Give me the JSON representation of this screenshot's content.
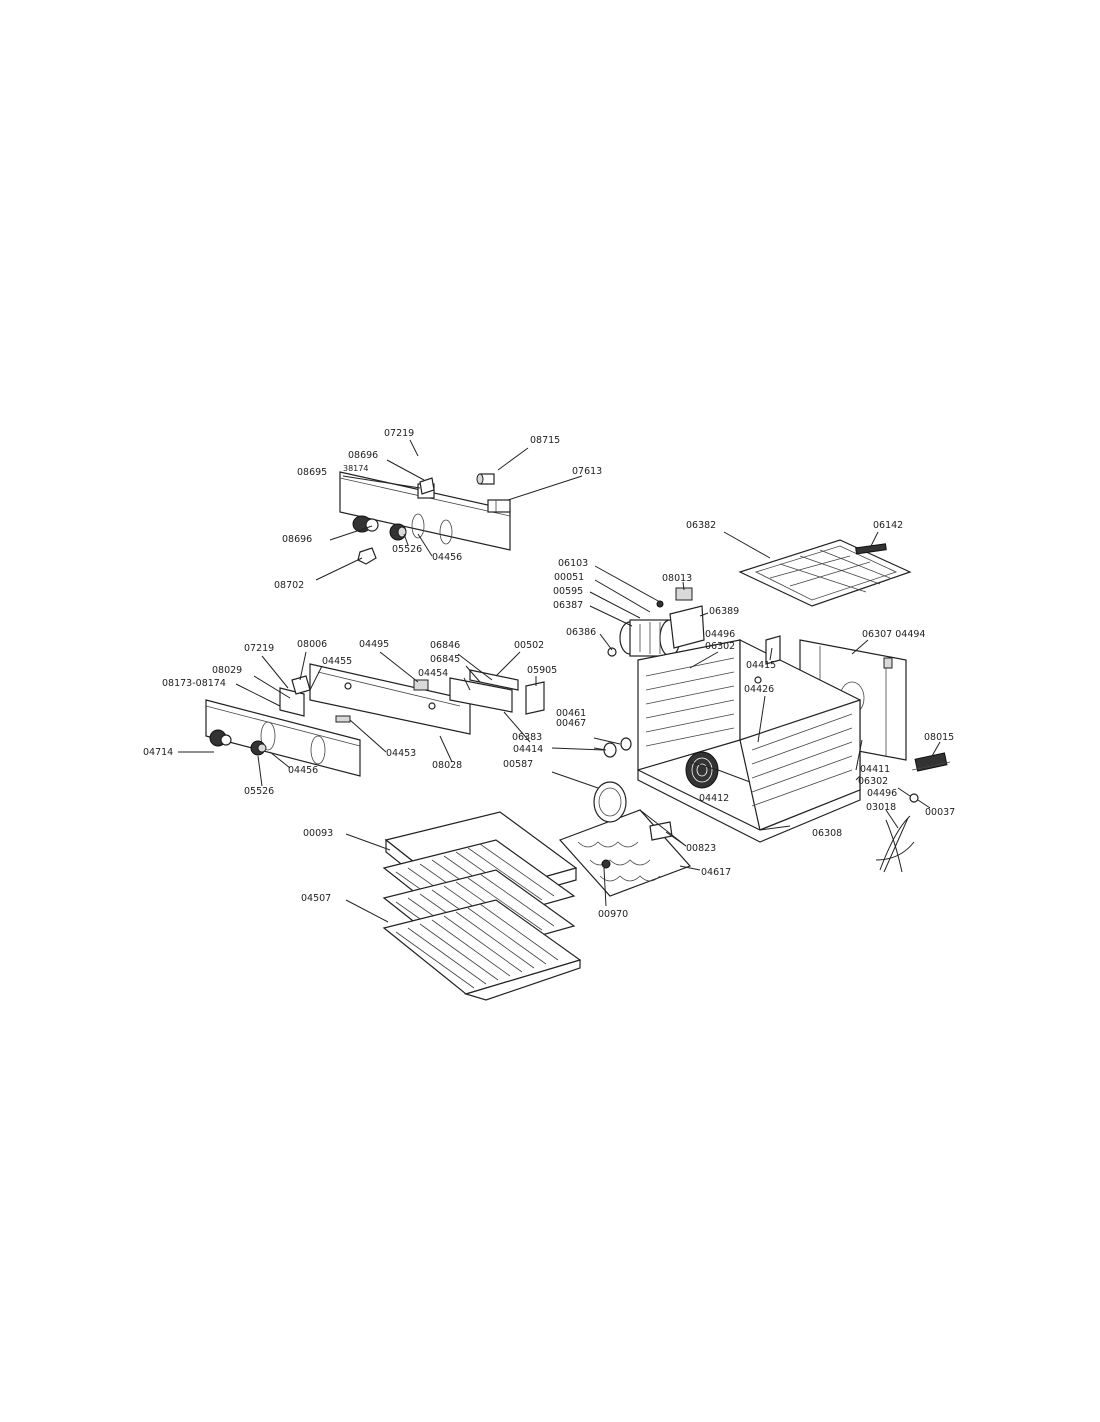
{
  "labels": {
    "l07219_top": "07219",
    "l08715": "08715",
    "l08696_top": "08696",
    "l08695": "08695",
    "l38174": "38174",
    "l07613": "07613",
    "l08696_mid": "08696",
    "l04456_top": "04456",
    "l05526_top": "05526",
    "l08702": "08702",
    "l06382": "06382",
    "l06142": "06142",
    "l06103": "06103",
    "l00051": "00051",
    "l00595": "00595",
    "l06387": "06387",
    "l08013": "08013",
    "l06389": "06389",
    "l06386": "06386",
    "l06307_04494": "06307 04494",
    "l04496_top": "04496",
    "l06302_top": "06302",
    "l04415": "04415",
    "l07219_mid": "07219",
    "l08006": "08006",
    "l04495": "04495",
    "l06846": "06846",
    "l00502": "00502",
    "l04455": "04455",
    "l06845": "06845",
    "l04454": "04454",
    "l05905": "05905",
    "l08029": "08029",
    "l08173_08174": "08173-08174",
    "l04426": "04426",
    "l00461": "00461",
    "l00467": "00467",
    "l04414": "04414",
    "l06383": "06383",
    "l04453": "04453",
    "l08028": "08028",
    "l04714": "04714",
    "l04456_mid": "04456",
    "l05526_mid": "05526",
    "l08015": "08015",
    "l00587": "00587",
    "l04412": "04412",
    "l04411": "04411",
    "l06302_right": "06302",
    "l04496_right": "04496",
    "l00037": "00037",
    "l03018": "03018",
    "l06308": "06308",
    "l00093": "00093",
    "l00823": "00823",
    "l04617": "04617",
    "l04507": "04507",
    "l00970": "00970"
  }
}
